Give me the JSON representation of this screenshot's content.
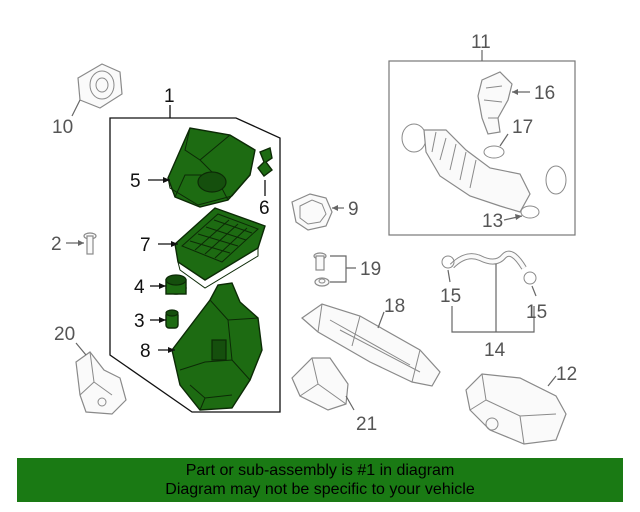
{
  "callouts": {
    "c1": "1",
    "c2": "2",
    "c3": "3",
    "c4": "4",
    "c5": "5",
    "c6": "6",
    "c7": "7",
    "c8": "8",
    "c9": "9",
    "c10": "10",
    "c11": "11",
    "c12": "12",
    "c13": "13",
    "c14": "14",
    "c15a": "15",
    "c15b": "15",
    "c16": "16",
    "c17": "17",
    "c18": "18",
    "c19": "19",
    "c20": "20",
    "c21": "21"
  },
  "footer": {
    "line1": "Part or sub-assembly is #1 in diagram",
    "line2": "Diagram may not be specific to your vehicle"
  },
  "colors": {
    "highlight_parts": "#1d6b12",
    "banner": "#1a7a14",
    "outline_parts": "#8a8a8a"
  }
}
